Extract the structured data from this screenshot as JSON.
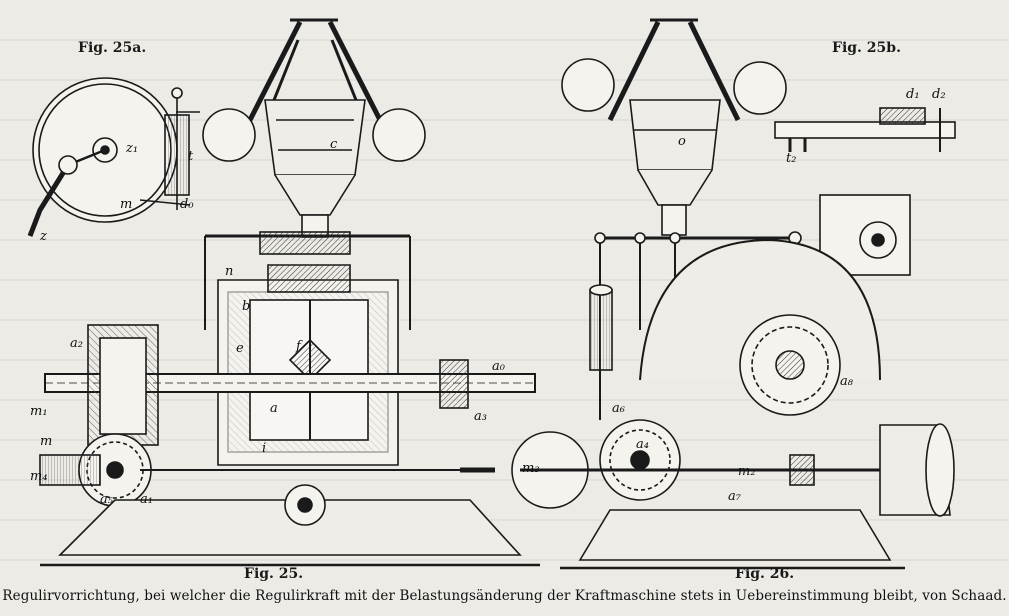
{
  "figures": {
    "fig_25a": "Fig. 25a.",
    "fig_25b": "Fig. 25b.",
    "fig_25": "Fig. 25.",
    "fig_26": "Fig. 26."
  },
  "caption": "Regulirvorrichtung, bei welcher die Regulirkraft mit der Belastungsänderung der Kraftmaschine stets in Uebereinstimmung bleibt, von Schaad.",
  "letters": {
    "z1": "z₁",
    "t": "t",
    "z": "z",
    "m_a": "m",
    "d0": "d₀",
    "c": "c",
    "a2": "a₂",
    "m1": "m₁",
    "m": "m",
    "n": "n",
    "b": "b",
    "e": "e",
    "f": "f",
    "a": "a",
    "a0": "a₀",
    "a3": "a₃",
    "m4": "m₄",
    "a5": "a₅",
    "a1": "a₁",
    "i": "i",
    "m3": "m₃",
    "a4": "a₄",
    "a6": "a₆",
    "a7": "a₇",
    "a8": "a₈",
    "m2": "m₂",
    "d1": "d₁",
    "d2": "d₂",
    "t2": "t₂",
    "o": "o"
  }
}
